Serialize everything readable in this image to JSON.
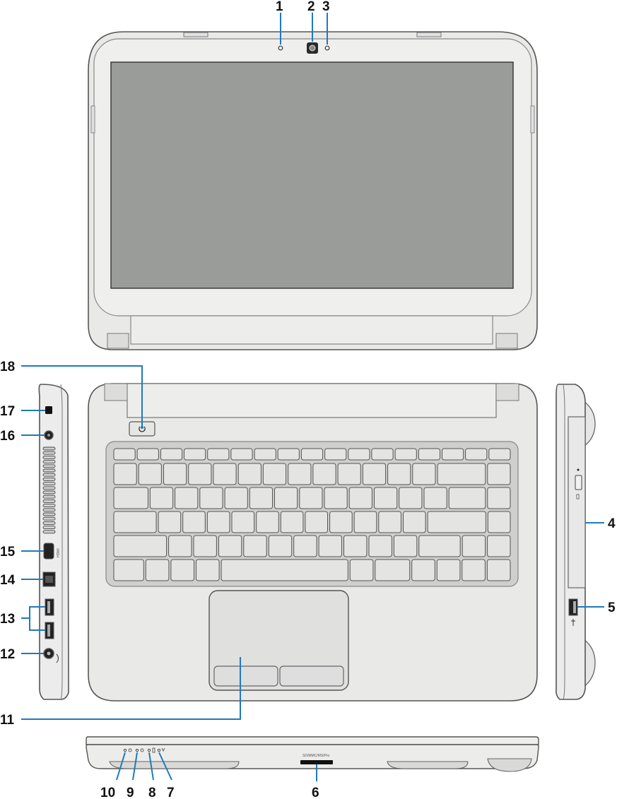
{
  "callouts": [
    "1",
    "2",
    "3",
    "4",
    "5",
    "6",
    "7",
    "8",
    "9",
    "10",
    "11",
    "12",
    "13",
    "14",
    "15",
    "16",
    "17",
    "18"
  ],
  "labels": {
    "hdmi": "HDMI",
    "card_reader": "SD/MMC/MS/Pro"
  },
  "colors": {
    "leader": "#1f7ab8",
    "screen": "#9a9c9a",
    "body": "#e9e9e8",
    "key": "#e4e4e3",
    "outline": "#555555"
  },
  "icons": [
    "microphone-icon",
    "camera-icon",
    "camera-light-icon",
    "power-icon",
    "usb-icon",
    "network-icon",
    "hdmi-icon",
    "audio-icon",
    "security-lock-icon",
    "battery-icon",
    "wireless-icon",
    "hard-drive-icon"
  ]
}
